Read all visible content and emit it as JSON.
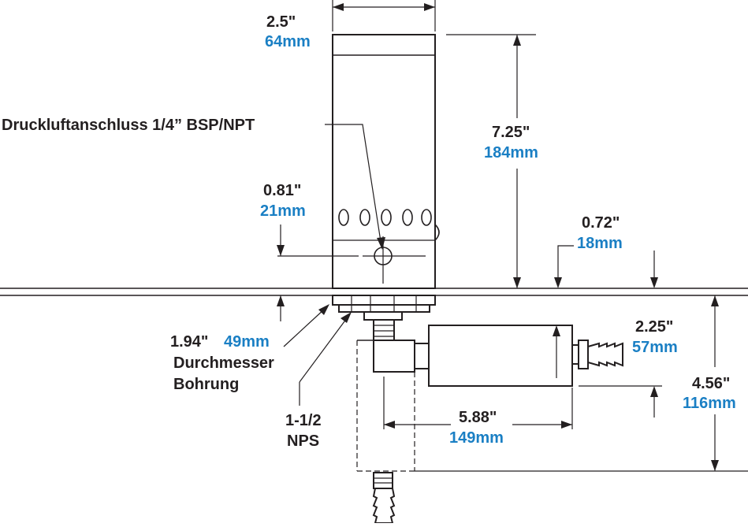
{
  "colors": {
    "imperial": "#231f20",
    "metric": "#1a7fc4"
  },
  "dimensions": {
    "top_width": {
      "imperial": "2.5\"",
      "metric": "64mm"
    },
    "height": {
      "imperial": "7.25\"",
      "metric": "184mm"
    },
    "port_offset": {
      "imperial": "0.81\"",
      "metric": "21mm"
    },
    "deck_thickness": {
      "imperial": "0.72\"",
      "metric": "18mm"
    },
    "hole_dia": {
      "imperial": "1.94\"",
      "metric": "49mm"
    },
    "side_dia": {
      "imperial": "2.25\"",
      "metric": "57mm"
    },
    "length": {
      "imperial": "5.88\"",
      "metric": "149mm"
    },
    "below_depth": {
      "imperial": "4.56\"",
      "metric": "116mm"
    }
  },
  "labels": {
    "air_connection": "Druckluftanschluss 1/4” BSP/NPT",
    "hole_line1": "Durchmesser",
    "hole_line2": "Bohrung",
    "nps_line1": "1-1/2",
    "nps_line2": "NPS"
  }
}
